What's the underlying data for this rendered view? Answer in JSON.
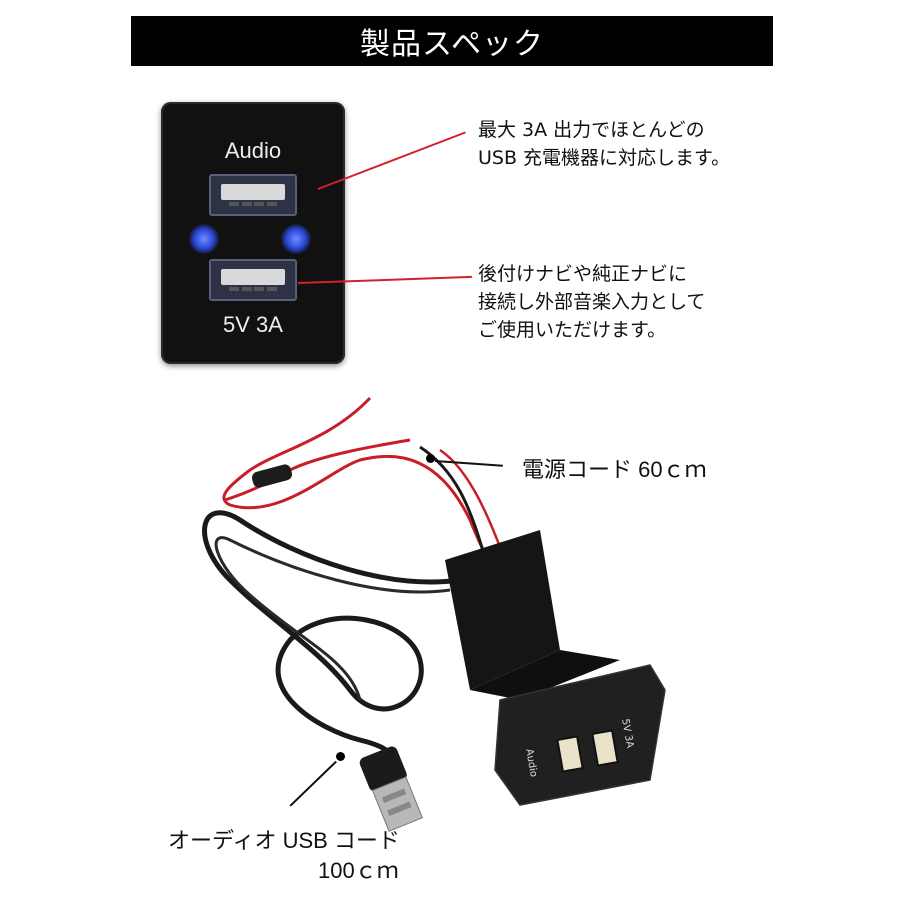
{
  "title": "製品スペック",
  "panel": {
    "top_label": "Audio",
    "bottom_label": "5V 3A"
  },
  "notes": {
    "note1": [
      "最大 3A 出力でほとんどの",
      "USB 充電機器に対応します。"
    ],
    "note2": [
      "後付けナビや純正ナビに",
      "接続し外部音楽入力として",
      "ご使用いただけます。"
    ]
  },
  "device": {
    "face_label_1": "Audio",
    "face_label_2": "5V 3A"
  },
  "callouts": {
    "power_cord": "電源コード 60ｃｍ",
    "audio_cord_line1": "オーディオ USB コード",
    "audio_cord_line2": "100ｃｍ"
  },
  "colors": {
    "pointer_line": "#d4202a",
    "title_bg": "#000000",
    "glow": "#2a48d8"
  }
}
